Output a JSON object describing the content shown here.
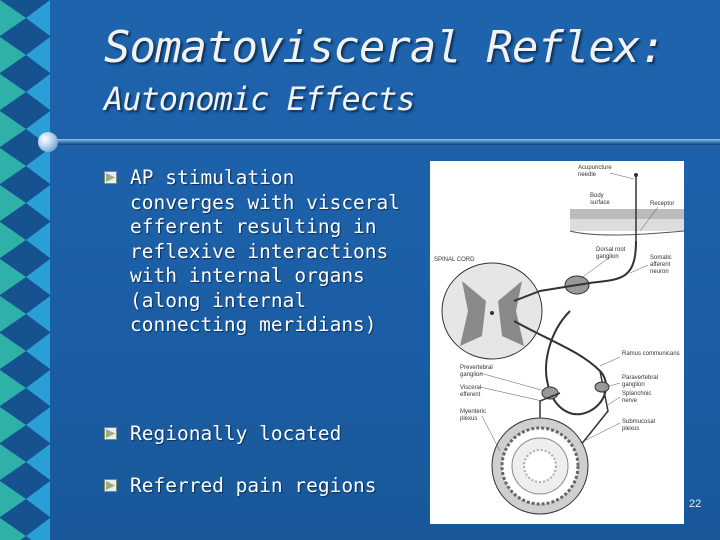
{
  "slide": {
    "title_line1": "Somatovisceral Reflex:",
    "title_line2": "Autonomic Effects",
    "bullets": [
      "AP stimulation converges with visceral efferent resulting in reflexive interactions with internal organs (along internal connecting meridians)",
      "Regionally located",
      "Referred pain regions"
    ],
    "page_number": "22"
  },
  "figure": {
    "labels": {
      "acupuncture_needle": "Acupuncture needle",
      "body_surface": "Body surface",
      "receptor": "Receptor",
      "spinal_cord": "SPINAL CORD",
      "dorsal_root_ganglion": "Dorsal root ganglion",
      "somatic_afferent_neuron": "Somatic afferent neuron",
      "ramus_communicans": "Ramus communicans",
      "prevertebral_ganglion": "Prevertebral ganglion",
      "paravertebral_ganglion": "Paravertebral ganglion",
      "visceral_efferent": "Visceral efferent",
      "splanchnic_nerve": "Splanchnic nerve",
      "myenteric_plexus": "Myenteric plexus",
      "submucosal_plexus": "Submucosal plexus"
    }
  },
  "colors": {
    "background": "#1b5ea6",
    "title_text": "#f2f2f2",
    "bullet_text": "#ffffff",
    "bullet_mark": "#c8d8a8"
  }
}
